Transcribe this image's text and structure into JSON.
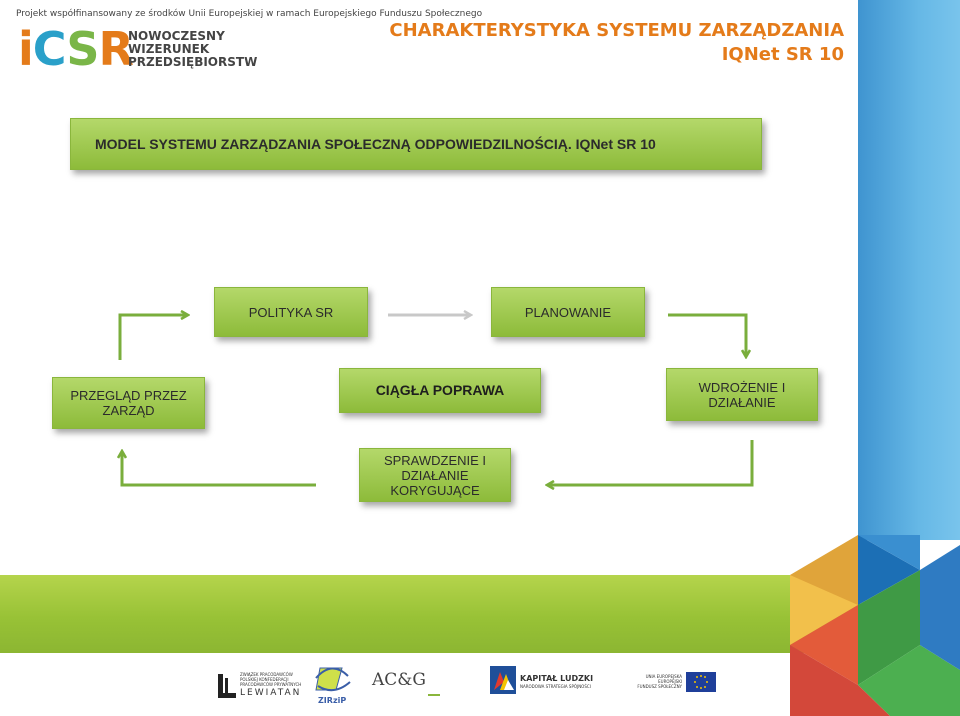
{
  "header": {
    "project_line": "Projekt współfinansowany ze środków Unii Europejskiej w ramach Europejskiego Funduszu Społecznego",
    "logo_letters": {
      "i": "i",
      "c": "C",
      "s": "S",
      "r": "R"
    },
    "logo_words": [
      "NOWOCZESNY",
      "WIZERUNEK",
      "PRZEDSIĘBIORSTW"
    ],
    "title_line1": "CHARAKTERYSTYKA SYSTEMU ZARZĄDZANIA",
    "title_line2": "IQNet SR 10"
  },
  "diagram": {
    "title": "MODEL SYSTEMU ZARZĄDZANIA SPOŁECZNĄ ODPOWIEDZILNOŚCIĄ. IQNet SR 10",
    "nodes": {
      "polityka": "POLITYKA SR",
      "planowanie": "PLANOWANIE",
      "wdrozenie": [
        "WDROŻENIE I",
        "DZIAŁANIE"
      ],
      "sprawdzenie": [
        "SPRAWDZENIE I",
        "DZIAŁANIE",
        "KORYGUJĄCE"
      ],
      "przeglad": [
        "PRZEGLĄD PRZEZ",
        "ZARZĄD"
      ],
      "center": "CIĄGŁA POPRAWA"
    }
  },
  "footer": {
    "lewiatan_small": [
      "ZWIĄZEK PRACODAWCÓW",
      "POLSKIEJ KONFEDERACJI",
      "PRACODAWCÓW PRYWATNYCH"
    ],
    "lewiatan": "LEWIATAN",
    "zirzip": "ZIRziP",
    "acg": "AC&G",
    "kapital": "KAPITAŁ LUDZKI",
    "kapital_sub": "NARODOWA STRATEGIA SPÓJNOŚCI",
    "eu_lines": [
      "UNIA EUROPEJSKA",
      "EUROPEJSKI",
      "FUNDUSZ SPOŁECZNY"
    ]
  },
  "colors": {
    "accent_orange": "#e47b1a",
    "box_green": "#9cc646",
    "arrow_green": "#7aae3c",
    "stripe_blue": "#4ea3db"
  }
}
